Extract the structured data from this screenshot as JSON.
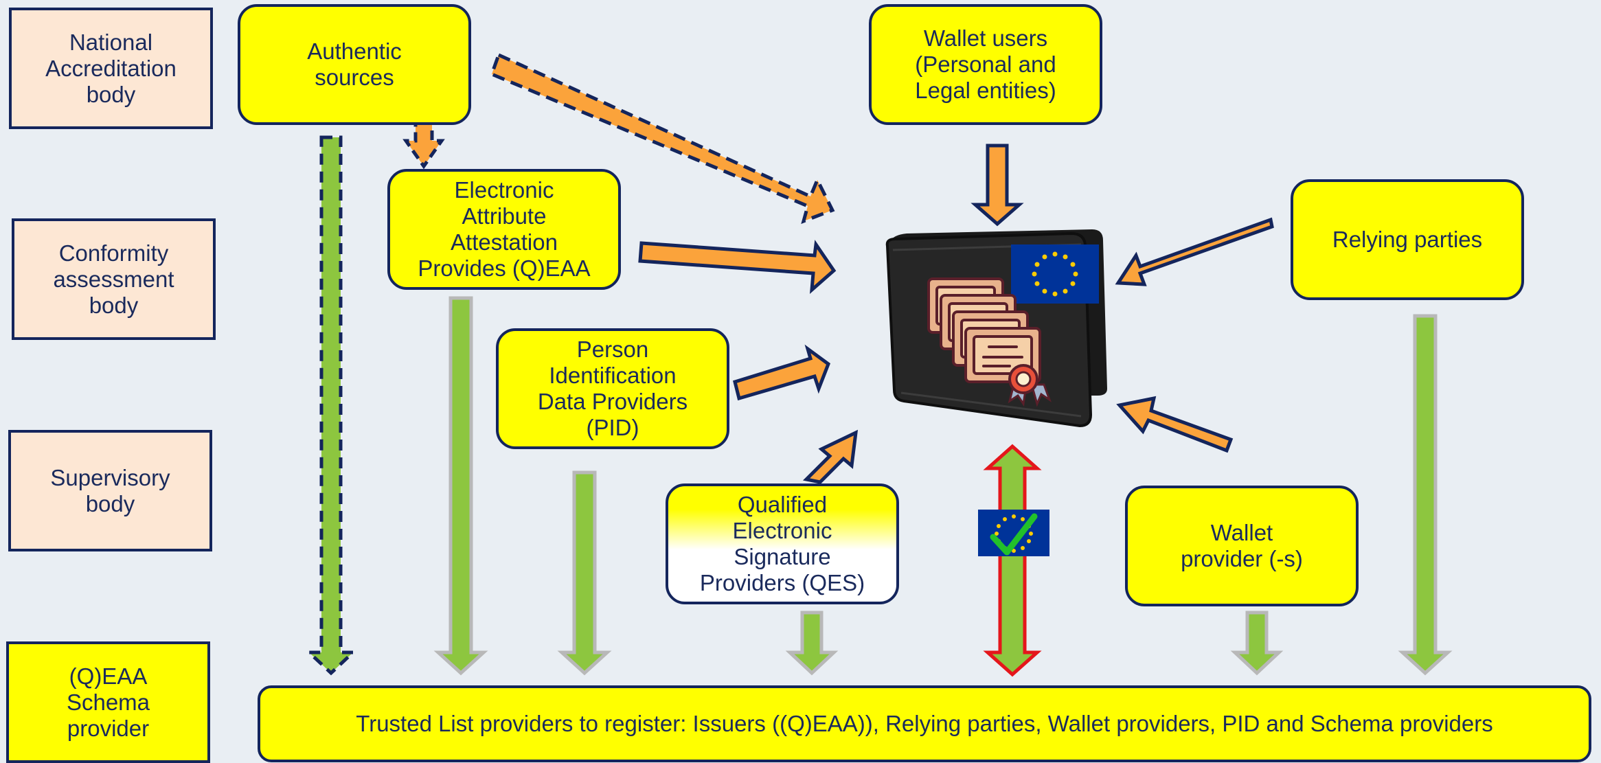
{
  "side_bodies": {
    "national": "National\nAccreditation\nbody",
    "conformity": "Conformity\nassessment\nbody",
    "supervisory": "Supervisory\nbody",
    "schema": "(Q)EAA\nSchema\nprovider"
  },
  "actors": {
    "authentic_sources": "Authentic\nsources",
    "eaa_providers": "Electronic\nAttribute\nAttestation\nProvides (Q)EAA",
    "pid_providers": "Person\nIdentification\nData Providers\n(PID)",
    "qes_providers": "Qualified\nElectronic\nSignature\nProviders (QES)",
    "wallet_users": "Wallet users\n(Personal and\nLegal entities)",
    "relying_parties": "Relying parties",
    "wallet_providers": "Wallet\nprovider (-s)"
  },
  "trusted_list": "Trusted List providers to register: Issuers ((Q)EAA)), Relying parties, Wallet providers, PID and Schema providers",
  "colors": {
    "yellow": "#ffff00",
    "navy": "#14255c",
    "orange_arrow": "#fba33b",
    "green_arrow": "#8dc63f",
    "grey_outline": "#b8b8b8",
    "red_outline": "#e4161b",
    "side_fill": "#fde7d4",
    "eu_blue": "#003399",
    "eu_star": "#ffcc00"
  },
  "icons": [
    "eu-wallet-icon",
    "eu-flag-icon",
    "certificate-stack-icon",
    "trust-mark-icon"
  ]
}
